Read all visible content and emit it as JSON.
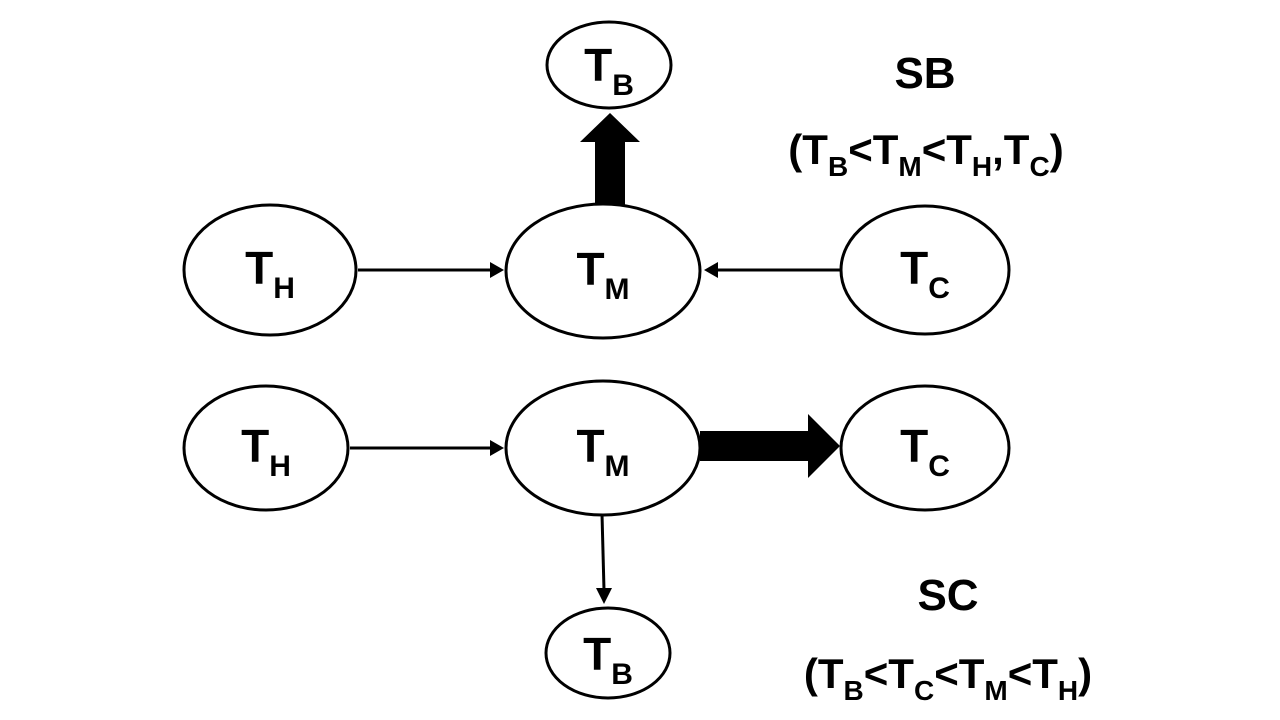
{
  "diagram": {
    "sb": {
      "title": "SB",
      "condition": {
        "open": "(",
        "t1": "T",
        "s1": "B",
        "op1": "<",
        "t2": "T",
        "s2": "M",
        "op2": "<",
        "t3": "T",
        "s3": "H",
        "sep": ",",
        "t4": "T",
        "s4": "C",
        "close": ")"
      },
      "nodes": {
        "top": {
          "main": "T",
          "sub": "B"
        },
        "left": {
          "main": "T",
          "sub": "H"
        },
        "center": {
          "main": "T",
          "sub": "M"
        },
        "right": {
          "main": "T",
          "sub": "C"
        }
      }
    },
    "sc": {
      "title": "SC",
      "condition": {
        "open": "(",
        "t1": "T",
        "s1": "B",
        "op1": "<",
        "t2": "T",
        "s2": "C",
        "op2": "<",
        "t3": "T",
        "s3": "M",
        "op3": "<",
        "t4": "T",
        "s4": "H",
        "close": ")"
      },
      "nodes": {
        "left": {
          "main": "T",
          "sub": "H"
        },
        "center": {
          "main": "T",
          "sub": "M"
        },
        "right": {
          "main": "T",
          "sub": "C"
        },
        "bottom": {
          "main": "T",
          "sub": "B"
        }
      }
    },
    "colors": {
      "stroke": "#000000",
      "fill": "#ffffff"
    }
  }
}
